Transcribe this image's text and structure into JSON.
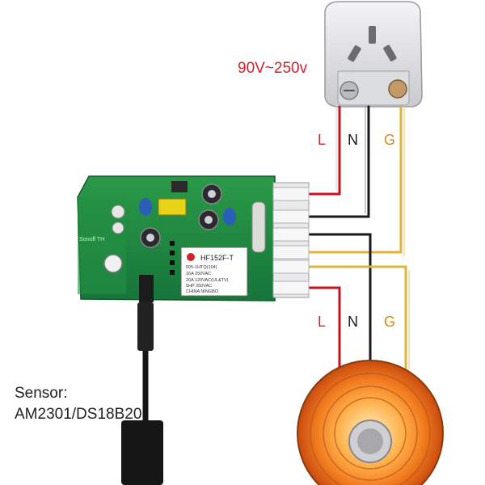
{
  "voltage_label": "90V~250v",
  "input_wires": {
    "live": "L",
    "neutral": "N",
    "ground": "G"
  },
  "output_wires": {
    "live": "L",
    "neutral": "N",
    "ground": "G"
  },
  "sensor": {
    "line1": "Sensor:",
    "line2": "AM2301/DS18B20"
  },
  "relay": {
    "model": "HF152F-T",
    "line1": "005-1HTQ(104)",
    "line2": "16A 250VAC",
    "line3": "20A 120VAC(UL&TV)",
    "line4": "5HP 250VAC",
    "line5": "CHINA NINGBO"
  },
  "board_text": "Sonoff TH",
  "colors": {
    "live": "#c8121c",
    "neutral": "#1a1a1a",
    "ground": "#e0b33c",
    "board": "#1f8a3c",
    "label_red": "#d4202a"
  }
}
